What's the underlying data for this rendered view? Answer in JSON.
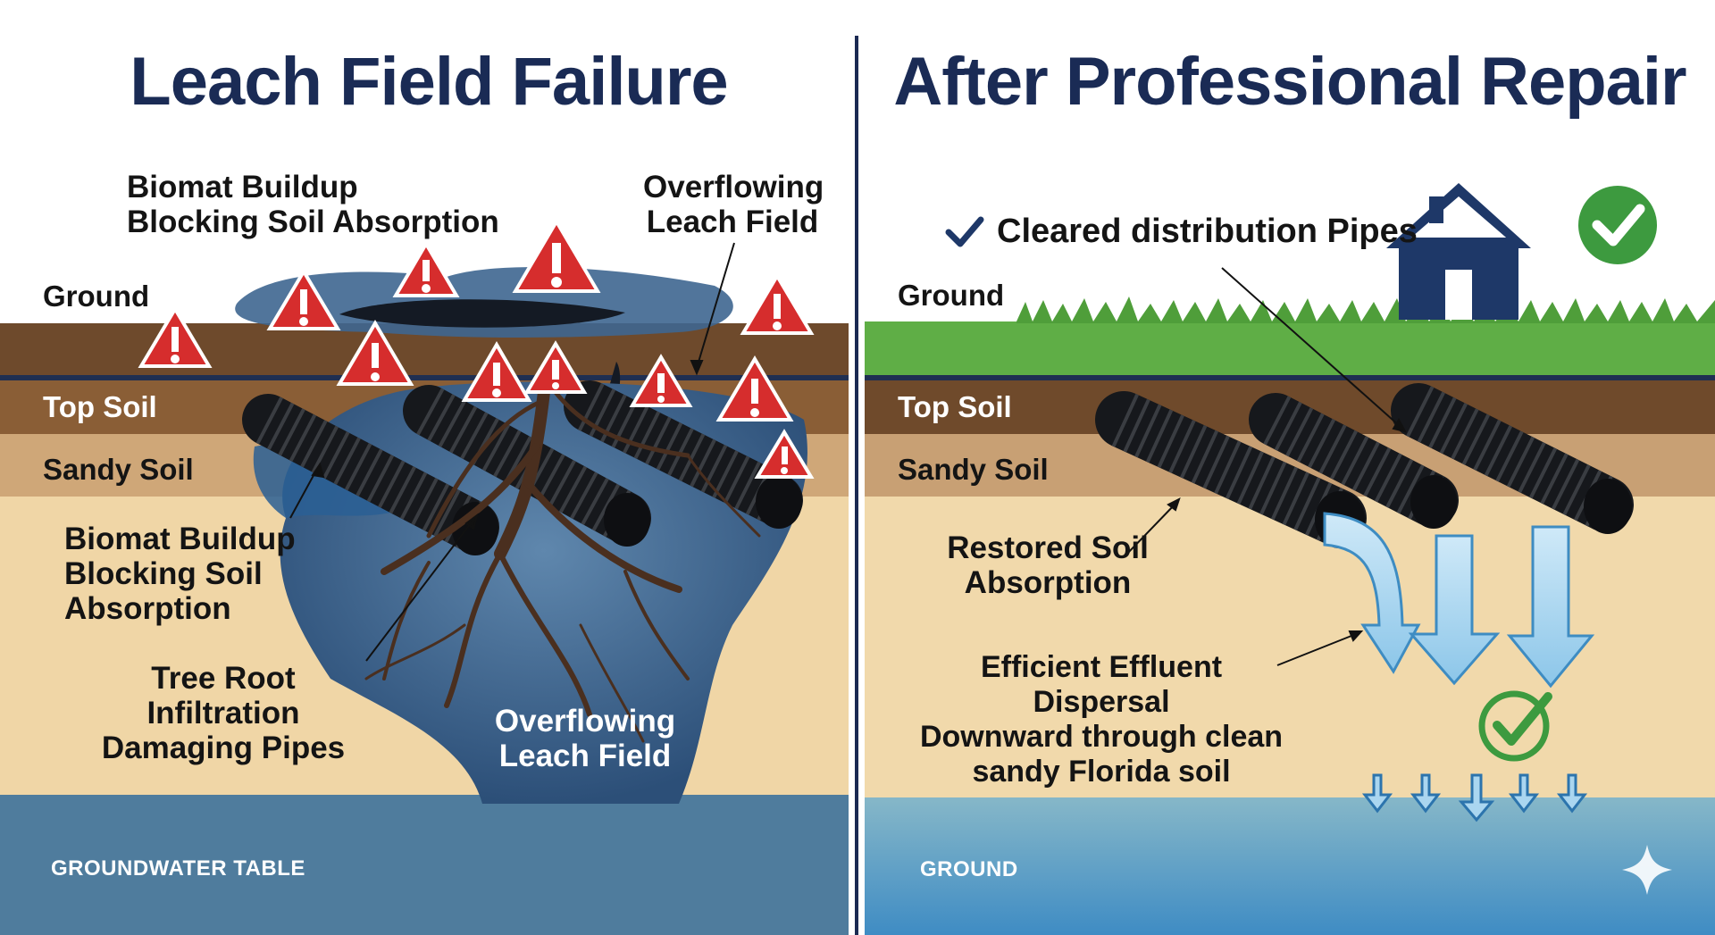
{
  "colors": {
    "navy": "#1a2b55",
    "topsoil": "#6f4a2b",
    "sandy_soil": "#cda77a",
    "sand": "#f0d7a8",
    "groundwater": "#4f7f9f",
    "warning_red": "#d62d2d",
    "grass": "#5dab46",
    "check_green": "#3d9a3f",
    "flow_blue": "#9fd1ee"
  },
  "left": {
    "title": "Leach Field Failure",
    "labels": {
      "biomat_top": "Biomat Buildup\nBlocking Soil Absorption",
      "overflow_top": "Overflowing\nLeach Field",
      "biomat_mid": "Biomat Buildup\nBlocking Soil\nAbsorption",
      "tree_roots": "Tree Root Infiltration\nDamaging Pipes",
      "overflow_bottom": "Overflowing\nLeach Field"
    },
    "layers": {
      "ground": "Ground",
      "top_soil": "Top Soil",
      "sandy_soil": "Sandy Soil",
      "groundwater": "GROUNDWATER TABLE"
    },
    "icons": {
      "warning": "warning-triangle-icon",
      "roots": "tree-roots-icon",
      "pipe": "perforated-pipe-icon"
    }
  },
  "right": {
    "title": "After Professional Repair",
    "labels": {
      "cleared_pipes": "Cleared distribution Pipes",
      "restored": "Restored Soil\nAbsorption",
      "dispersal": "Efficient Effluent Dispersal\nDownward through clean\nsandy Florida soil"
    },
    "layers": {
      "ground": "Ground",
      "top_soil": "Top Soil",
      "sandy_soil": "Sandy Soil",
      "groundwater": "GROUND"
    },
    "icons": {
      "house": "house-icon",
      "check": "check-icon",
      "check_circle": "check-circle-icon",
      "arrow": "down-arrow-icon",
      "sparkle": "sparkle-icon"
    }
  }
}
